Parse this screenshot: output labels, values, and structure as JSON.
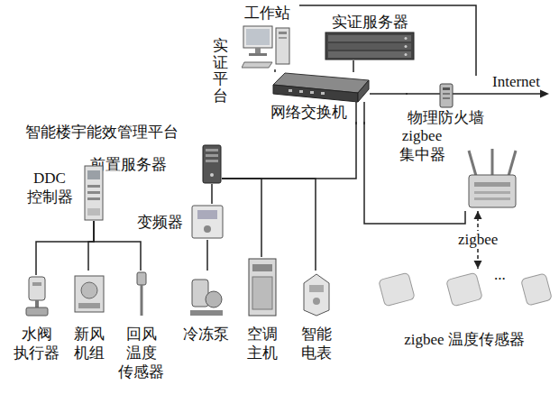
{
  "diagram": {
    "nodes": [
      {
        "text": [
          "工作站"
        ]
      },
      {
        "text": [
          "实证服务器"
        ]
      },
      {
        "text": [
          "网络交换机"
        ]
      },
      {
        "text": [
          "物理防火墙"
        ]
      },
      {
        "text": [
          "zigbee 集中器"
        ]
      },
      {
        "text": [
          "前置服务器"
        ]
      },
      {
        "text": [
          "DDC 控制器"
        ]
      },
      {
        "text": [
          "变频器"
        ]
      },
      {
        "text": [
          "水阀 执行器"
        ]
      },
      {
        "text": [
          "新风 机组"
        ]
      },
      {
        "text": [
          "回风 温度 传感器"
        ]
      },
      {
        "text": [
          "冷冻泵"
        ]
      },
      {
        "text": [
          "空调 主机"
        ]
      },
      {
        "text": [
          "智能 电表"
        ]
      },
      {
        "text": [
          "zigbee 温度传感器"
        ]
      }
    ],
    "edges": [
      {
        "from": 0,
        "to": 2,
        "arrow": "none"
      },
      {
        "from": 1,
        "to": 2,
        "arrow": "none"
      },
      {
        "from": 2,
        "to": 3,
        "arrow": "none"
      },
      {
        "from": 2,
        "to": 5,
        "arrow": "none"
      },
      {
        "from": 2,
        "to": 4,
        "arrow": "none"
      },
      {
        "from": 5,
        "to": 7,
        "arrow": "none"
      },
      {
        "from": 7,
        "to": 11,
        "arrow": "none"
      },
      {
        "from": 5,
        "to": 12,
        "arrow": "none"
      },
      {
        "from": 5,
        "to": 13,
        "arrow": "none"
      },
      {
        "from": 6,
        "to": 8,
        "arrow": "none"
      },
      {
        "from": 6,
        "to": 9,
        "arrow": "none"
      },
      {
        "from": 6,
        "to": 10,
        "arrow": "none"
      },
      {
        "from": 4,
        "to": 14,
        "label": "zigbee",
        "arrow": "both"
      }
    ],
    "labels": [
      "实证平台",
      "Internet",
      "智能楼宇能效管理平台",
      "..."
    ]
  }
}
